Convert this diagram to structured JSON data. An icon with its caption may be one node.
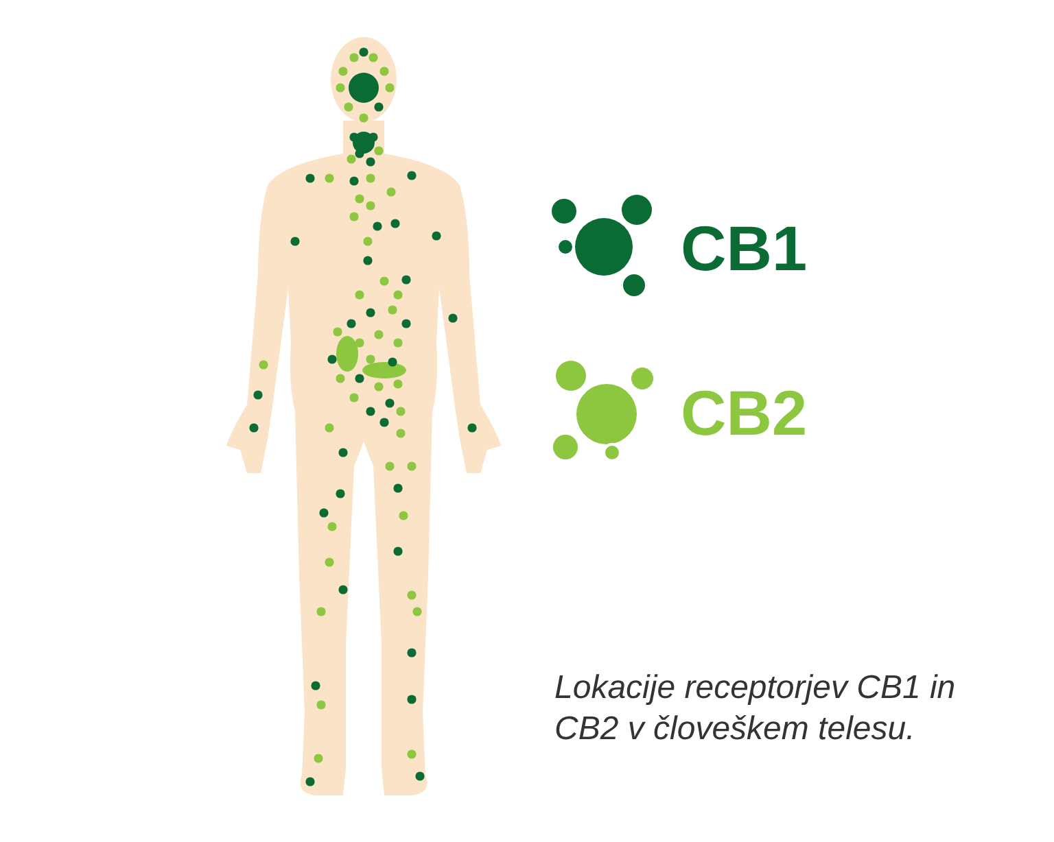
{
  "diagram": {
    "caption": "Lokacije receptorjev CB1 in CB2 v človeškem telesu.",
    "legend": [
      {
        "text": "CB1",
        "color": "#0b6b35"
      },
      {
        "text": "CB2",
        "color": "#8dc63f"
      }
    ]
  }
}
